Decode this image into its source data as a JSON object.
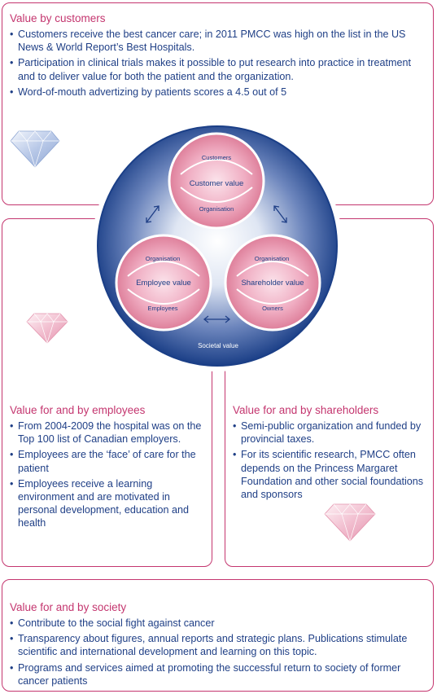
{
  "customers": {
    "title": "Value by customers",
    "bullets": [
      "Customers receive the best cancer care; in 2011 PMCC was high on the list in the US News & World Report’s Best Hospitals.",
      "Participation in clinical trials makes it possible to put research into practice in treatment and to deliver value for both the patient and the organization.",
      "Word-of-mouth advertizing by patients scores a 4.5 out of 5"
    ]
  },
  "employees": {
    "title": "Value for and by employees",
    "bullets": [
      "From 2004-2009 the hospital was on the Top 100 list of Canadian employers.",
      "Employees are the ‘face’ of care for the patient",
      "Employees receive a learning environment and are motivated in personal development, education and health"
    ]
  },
  "shareholders": {
    "title": "Value for and by shareholders",
    "bullets": [
      "Semi-public organization and funded by provincial taxes.",
      "For its scientific research, PMCC often depends on the Princess Margaret Foundation and other social foundations and sponsors"
    ]
  },
  "society": {
    "title": "Value for and by society",
    "bullets": [
      "Contribute to the social fight against cancer",
      "Transparency about figures, annual reports and strategic plans. Publications stimulate scientific and international development and learning on this topic.",
      "Programs and services aimed at promoting the successful return to society of former cancer patients"
    ]
  },
  "diagram": {
    "customer": {
      "top": "Customers",
      "center": "Customer value",
      "bottom": "Organisation"
    },
    "employee": {
      "top": "Organisation",
      "center": "Employee value",
      "bottom": "Employees"
    },
    "shareholder": {
      "top": "Organisation",
      "center": "Shareholder value",
      "bottom": "Owners"
    },
    "societal_label": "Societal value"
  },
  "colors": {
    "accent": "#c4366f",
    "text": "#1f3f86",
    "disc_dark": "#1b3f87",
    "disc_light": "#ffffff",
    "bubble": "#e68aa6",
    "diamond_blue": "#b9c9e8",
    "diamond_pink": "#f2bfd0"
  },
  "icons": [
    "diamond-icon-blue",
    "diamond-icon-pink",
    "double-arrow-icon"
  ]
}
